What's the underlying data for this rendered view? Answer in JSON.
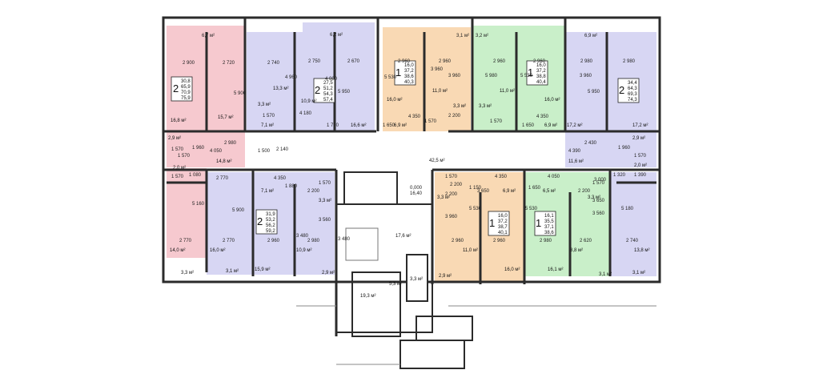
{
  "colors": {
    "pink": "#f6c9cf",
    "purple": "#d7d6f3",
    "orange": "#f9d9b4",
    "green": "#c9efc9",
    "wall": "#2b2b2b"
  },
  "apartments": {
    "a_pink": {
      "rooms": "2",
      "areas": [
        "30,8",
        "65,9",
        "70,9",
        "75,9"
      ]
    },
    "a_p1": {
      "rooms": "2",
      "areas": [
        "27,5",
        "51,2",
        "54,3",
        "57,4"
      ]
    },
    "a_o1": {
      "rooms": "1",
      "areas": [
        "16,0",
        "37,2",
        "38,6",
        "40,3"
      ]
    },
    "a_g1": {
      "rooms": "1",
      "areas": [
        "16,0",
        "37,2",
        "38,8",
        "40,4"
      ]
    },
    "a_p2": {
      "rooms": "2",
      "areas": [
        "34,4",
        "64,3",
        "69,3",
        "74,3"
      ]
    },
    "a_p3": {
      "rooms": "2",
      "areas": [
        "31,9",
        "53,2",
        "56,2",
        "59,2"
      ]
    },
    "a_o2": {
      "rooms": "1",
      "areas": [
        "16,0",
        "37,2",
        "38,7",
        "40,1"
      ]
    },
    "a_g2": {
      "rooms": "1",
      "areas": [
        "16,1",
        "35,5",
        "37,1",
        "38,6"
      ]
    }
  },
  "labels": {
    "l01": "6,7 м²",
    "l02": "6,2 м²",
    "l03": "3,1 м²",
    "l04": "3,2 м²",
    "l05": "6,9 м²",
    "l06": "2 900",
    "l07": "2 720",
    "l08": "2 740",
    "l09": "2 750",
    "l10": "2 670",
    "l11": "2 960",
    "l12": "2 960",
    "l13": "2 960",
    "l14": "2 960",
    "l15": "2 980",
    "l16": "2 980",
    "l17": "5 900",
    "l18": "4 960",
    "l19": "4 080",
    "l20": "5 950",
    "l21": "5 530",
    "l22": "3 960",
    "l23": "5 980",
    "l24": "5 530",
    "l25": "5 950",
    "l26": "13,3 м²",
    "l27": "10,9 м²",
    "l28": "16,0 м²",
    "l29": "11,0 м²",
    "l30": "11,0 м²",
    "l31": "16,0 м²",
    "l32": "16,8 м²",
    "l33": "15,7 м²",
    "l34": "3,3 м²",
    "l35": "4 180",
    "l36": "3,3 м²",
    "l37": "3,3 м²",
    "l38": "1 570",
    "l39": "1 570",
    "l40": "1 570",
    "l41": "1 570",
    "l42": "4 350",
    "l43": "4 350",
    "l44": "7,1 м²",
    "l45": "16,6 м²",
    "l46": "6,9 м²",
    "l47": "6,9 м²",
    "l48": "17,2 м²",
    "l49": "17,2 м²",
    "l50": "1 650",
    "l51": "1 650",
    "l52": "1 770",
    "l53": "2 200",
    "l54": "2,9 м²",
    "l55": "1 960",
    "l56": "2 980",
    "l57": "2 140",
    "l58": "2 430",
    "l59": "1 960",
    "l60": "2,9 м²",
    "l61": "1 570",
    "l62": "4 050",
    "l63": "1 500",
    "l64": "4 390",
    "l65": "1 570",
    "l66": "14,8 м²",
    "l67": "11,6 м²",
    "l68": "2,0 м²",
    "l69": "2,0 м²",
    "l70": "1 080",
    "l71": "1 320",
    "l72": "1 390",
    "l73": "1 570",
    "l74": "42,5 м²",
    "l75": "1 570",
    "l76": "4 350",
    "l77": "4 350",
    "l78": "4 050",
    "l79": "1 570",
    "l80": "1 570",
    "l81": "0,000",
    "l82": "16,40",
    "l83": "2 770",
    "l84": "7,1 м²",
    "l85": "1 880",
    "l86": "2 200",
    "l87": "3,3 м²",
    "l88": "1 150",
    "l89": "6,9 м²",
    "l90": "1 650",
    "l91": "6,5 м²",
    "l92": "2 200",
    "l93": "3,3 м²",
    "l94": "3,3 м²",
    "l95": "5 160",
    "l96": "5 900",
    "l97": "3 560",
    "l98": "3 960",
    "l99": "5 530",
    "l100": "5 530",
    "l101": "3 560",
    "l102": "5 180",
    "l103": "2 770",
    "l104": "2 770",
    "l105": "2 960",
    "l106": "17,6 м²",
    "l107": "2 960",
    "l108": "2 960",
    "l109": "2 980",
    "l110": "2 620",
    "l111": "2 740",
    "l112": "14,0 м²",
    "l113": "16,0 м²",
    "l114": "10,9 м²",
    "l115": "11,0 м²",
    "l116": "8,8 м²",
    "l117": "13,8 м²",
    "l118": "3,3 м²",
    "l119": "3,1 м²",
    "l120": "15,9 м²",
    "l121": "2,9 м²",
    "l122": "2,9 м²",
    "l123": "16,0 м²",
    "l124": "16,1 м²",
    "l125": "3,1 м²",
    "l126": "3,1 м²",
    "l127": "5,3 м²",
    "l128": "3,3 м²",
    "l129": "19,3 м²",
    "l130": "3 480",
    "l131": "2 980",
    "l132": "2 200",
    "l133": "3 650",
    "l134": "3 650",
    "l135": "3 000",
    "l136": "2 200",
    "l137": "3 480",
    "l138": "3 960",
    "l139": "3 960"
  }
}
